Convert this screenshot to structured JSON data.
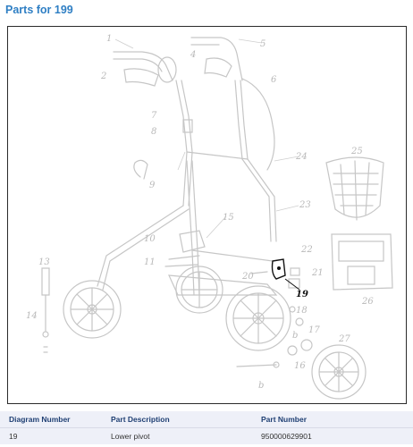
{
  "page": {
    "title": "Parts for 199"
  },
  "diagram": {
    "callouts": [
      "1",
      "2",
      "4",
      "5",
      "6",
      "7",
      "8",
      "9",
      "10",
      "11",
      "13",
      "14",
      "15",
      "16",
      "17",
      "18",
      "19",
      "20",
      "21",
      "22",
      "23",
      "24",
      "25",
      "26",
      "27",
      "b",
      "b"
    ],
    "selected_callout": "19"
  },
  "table": {
    "headers": {
      "diagram_number": "Diagram Number",
      "part_description": "Part Description",
      "part_number": "Part Number"
    },
    "rows": [
      {
        "diagram_number": "19",
        "part_description": "Lower pivot",
        "part_number": "950000629901"
      }
    ]
  },
  "colors": {
    "title": "#2f7fc4",
    "header_text": "#1f3f73",
    "table_bg": "#eef0f8",
    "diagram_lines": "#c6c6c6",
    "selected_part": "#111111"
  }
}
